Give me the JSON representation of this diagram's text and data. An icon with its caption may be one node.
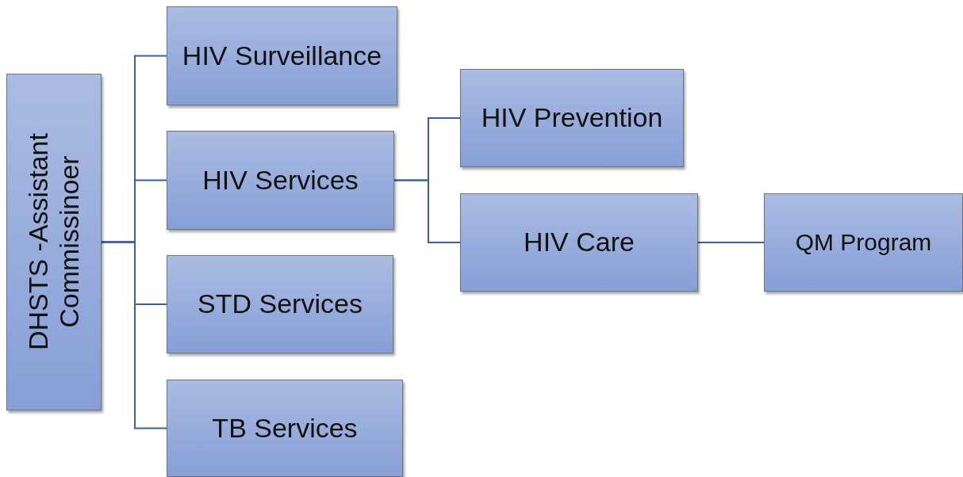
{
  "diagram": {
    "nodes": [
      {
        "text": [
          "DHSTS -Assistant Commissinoer"
        ]
      },
      {
        "text": [
          "HIV Surveillance"
        ]
      },
      {
        "text": [
          "HIV Services"
        ]
      },
      {
        "text": [
          "STD Services"
        ]
      },
      {
        "text": [
          "TB Services"
        ]
      },
      {
        "text": [
          "HIV Prevention"
        ]
      },
      {
        "text": [
          "HIV Care"
        ]
      },
      {
        "text": [
          "QM Program"
        ]
      }
    ],
    "edges": [
      {
        "from": 0,
        "to": 1,
        "arrow": "none"
      },
      {
        "from": 0,
        "to": 2,
        "arrow": "none"
      },
      {
        "from": 0,
        "to": 3,
        "arrow": "none"
      },
      {
        "from": 0,
        "to": 4,
        "arrow": "none"
      },
      {
        "from": 2,
        "to": 5,
        "arrow": "none"
      },
      {
        "from": 2,
        "to": 6,
        "arrow": "none"
      },
      {
        "from": 6,
        "to": 7,
        "arrow": "none"
      }
    ]
  }
}
